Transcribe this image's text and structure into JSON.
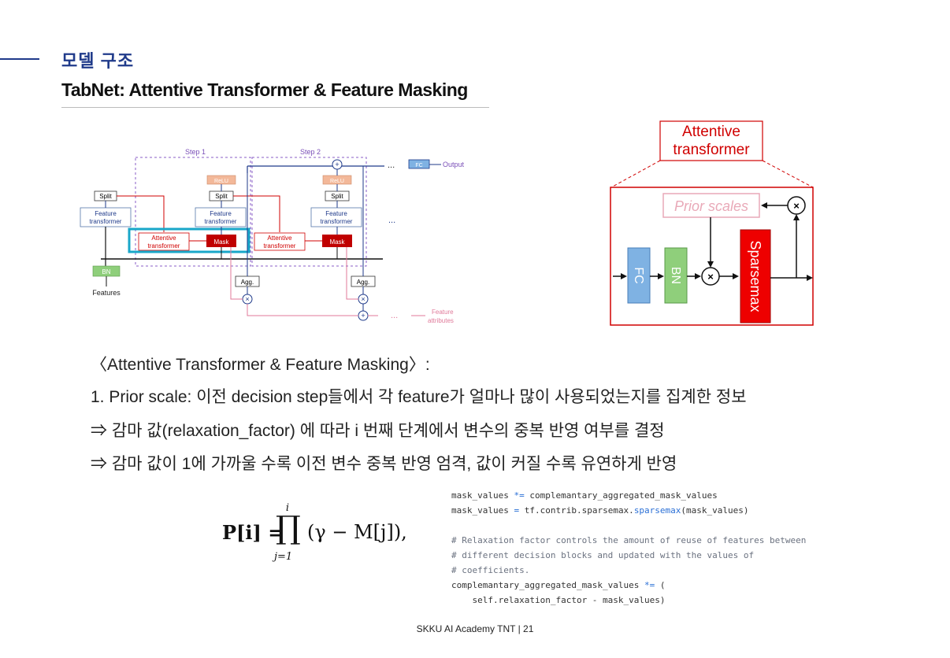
{
  "header": {
    "section_title": "모델 구조",
    "slide_title": "TabNet: Attentive Transformer & Feature Masking"
  },
  "diagram_left": {
    "step1": "Step 1",
    "step2": "Step 2",
    "fc": "FC",
    "output": "Output",
    "relu": "ReLU",
    "split": "Split",
    "feature": "Feature",
    "transformer": "transformer",
    "attentive": "Attentive",
    "mask": "Mask",
    "bn": "BN",
    "features": "Features",
    "agg": "Agg.",
    "ellipsis": "...",
    "feature_attr_1": "Feature",
    "feature_attr_2": "attributes",
    "times": "×",
    "plus": "+"
  },
  "diagram_right": {
    "title_line1": "Attentive",
    "title_line2": "transformer",
    "prior_scales": "Prior scales",
    "fc": "FC",
    "bn": "BN",
    "sparsemax": "Sparsemax",
    "times": "×"
  },
  "body": {
    "heading": "〈Attentive Transformer & Feature Masking〉:",
    "item1": "1.   Prior scale: 이전 decision step들에서 각 feature가 얼마나 많이 사용되었는지를 집계한 정보",
    "implies1": "⇒  감마 값(relaxation_factor) 에 따라 i 번째 단계에서 변수의 중복 반영 여부를 결정",
    "implies2": "⇒  감마 값이 1에 가까울 수록 이전 변수 중복 반영 엄격, 값이 커질 수록 유연하게 반영"
  },
  "formula": {
    "lhs": "P[i] = ",
    "prod": "∏",
    "upper": "i",
    "lower": "j=1",
    "rhs": "(γ − M[j]),"
  },
  "code": {
    "l1a": "mask_values ",
    "l1op": "*=",
    "l1b": " complemantary_aggregated_mask_values",
    "l2a": "mask_values ",
    "l2op": "=",
    "l2b": " tf.contrib.sparsemax.",
    "l2fn": "sparsemax",
    "l2c": "(mask_values)",
    "c1": "# Relaxation factor controls the amount of reuse of features between",
    "c2": "# different decision blocks and updated with the values of",
    "c3": "# coefficients.",
    "l6a": "complemantary_aggregated_mask_values ",
    "l6op": "*=",
    "l6b": " (",
    "l7": "    self.relaxation_factor - mask_values)"
  },
  "footer": "SKKU AI Academy TNT | 21",
  "colors": {
    "accent_blue": "#1f3a8a",
    "attentive_red": "#d00000",
    "highlight_cyan": "#19a7c9",
    "fc_blue": "#7fb2e3",
    "bn_green": "#8fcf7b",
    "prior_pink": "#e9a9b8"
  }
}
